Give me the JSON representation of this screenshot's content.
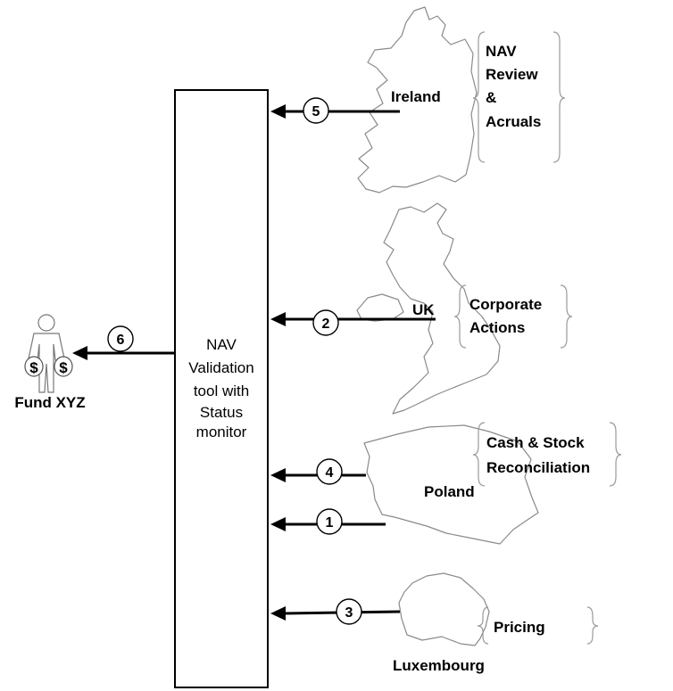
{
  "central_box": {
    "lines": [
      "NAV",
      "Validation",
      "tool with",
      "Status",
      "monitor"
    ]
  },
  "fund": {
    "label": "Fund XYZ",
    "bag_symbol": "$",
    "icon": "person-with-money-bags-icon"
  },
  "regions": {
    "ireland": {
      "name": "Ireland",
      "task_lines": [
        "NAV",
        "Review",
        "&",
        "Acruals"
      ]
    },
    "uk": {
      "name": "UK",
      "task_lines": [
        "Corporate",
        "Actions"
      ]
    },
    "poland": {
      "name": "Poland",
      "task_lines": [
        "Cash & Stock",
        "Reconciliation"
      ]
    },
    "luxembourg": {
      "name": "Luxembourg",
      "task_lines": [
        "Pricing"
      ]
    }
  },
  "steps": {
    "s1": "1",
    "s2": "2",
    "s3": "3",
    "s4": "4",
    "s5": "5",
    "s6": "6"
  }
}
